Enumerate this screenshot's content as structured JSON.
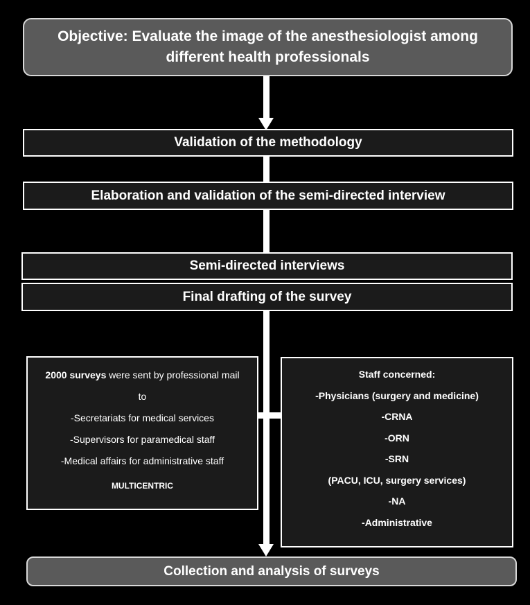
{
  "objective": {
    "line1": "Objective: Evaluate the image of the anesthesiologist among",
    "line2": "different health professionals"
  },
  "steps": {
    "validation": "Validation of the methodology",
    "elaboration": "Elaboration and validation of the semi-directed interview",
    "interviews": "Semi-directed interviews",
    "drafting": "Final drafting of the survey"
  },
  "surveys_panel": {
    "count_bold": "2000 surveys",
    "count_rest": " were sent by  professional mail",
    "to": "to",
    "items": [
      "-Secretariats for medical services",
      "-Supervisors for paramedical staff",
      "-Medical affairs for administrative staff"
    ],
    "footer": "MULTICENTRIC"
  },
  "staff_panel": {
    "title": "Staff concerned:",
    "items": [
      "-Physicians (surgery and medicine)",
      "-CRNA",
      "-ORN",
      "-SRN",
      "(PACU, ICU, surgery services)",
      "-NA",
      "-Administrative"
    ]
  },
  "final": "Collection and analysis of surveys"
}
